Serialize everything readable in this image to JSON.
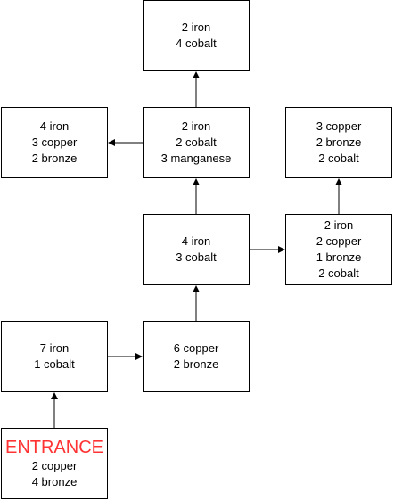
{
  "nodes": {
    "entrance": {
      "title": "ENTRANCE",
      "lines": [
        "2 copper",
        "4 bronze"
      ]
    },
    "n7iron": {
      "lines": [
        "7 iron",
        "1 cobalt"
      ]
    },
    "n6copper": {
      "lines": [
        "6 copper",
        "2 bronze"
      ]
    },
    "n4iron": {
      "lines": [
        "4 iron",
        "3 cobalt"
      ]
    },
    "n2iron_right": {
      "lines": [
        "2 iron",
        "2 copper",
        "1 bronze",
        "2 cobalt"
      ]
    },
    "n3copper": {
      "lines": [
        "3 copper",
        "2 bronze",
        "2 cobalt"
      ]
    },
    "n2iron_mid": {
      "lines": [
        "2 iron",
        "2 cobalt",
        "3 manganese"
      ]
    },
    "n4iron_left": {
      "lines": [
        "4 iron",
        "3 copper",
        "2 bronze"
      ]
    },
    "top": {
      "lines": [
        "2 iron",
        "4 cobalt"
      ]
    }
  },
  "colors": {
    "title": "#ff3333",
    "line": "#000000"
  }
}
